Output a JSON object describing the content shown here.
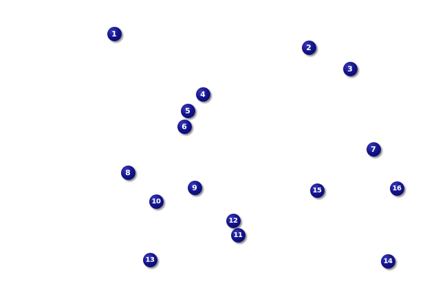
{
  "markers": [
    {
      "label": "1"
    },
    {
      "label": "2"
    },
    {
      "label": "3"
    },
    {
      "label": "4"
    },
    {
      "label": "5"
    },
    {
      "label": "6"
    },
    {
      "label": "7"
    },
    {
      "label": "8"
    },
    {
      "label": "9"
    },
    {
      "label": "10"
    },
    {
      "label": "11"
    },
    {
      "label": "12"
    },
    {
      "label": "13"
    },
    {
      "label": "14"
    },
    {
      "label": "15"
    },
    {
      "label": "16"
    }
  ],
  "colors": {
    "marker_fill": "#14148c",
    "marker_text": "#ffffff",
    "background": "#ffffff"
  }
}
